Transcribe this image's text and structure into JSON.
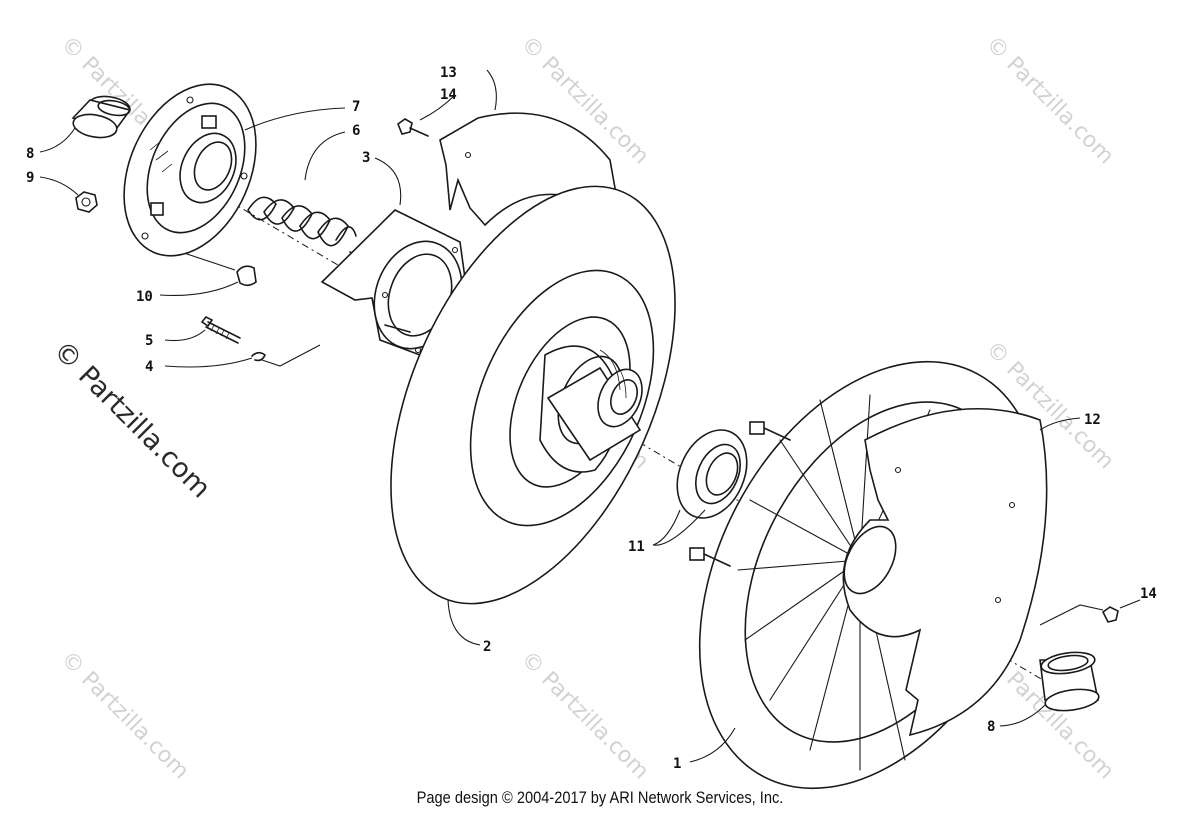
{
  "watermark": {
    "text": "© Partzilla.com",
    "side_text": "© Partzilla.com"
  },
  "callouts": {
    "c1": "1",
    "c2": "2",
    "c3": "3",
    "c4": "4",
    "c5": "5",
    "c6": "6",
    "c7": "7",
    "c8a": "8",
    "c8b": "8",
    "c9": "9",
    "c10": "10",
    "c11": "11",
    "c12": "12",
    "c13": "13",
    "c14a": "14",
    "c14b": "14"
  },
  "footer": {
    "text": "Page design © 2004-2017 by ARI Network Services, Inc."
  }
}
